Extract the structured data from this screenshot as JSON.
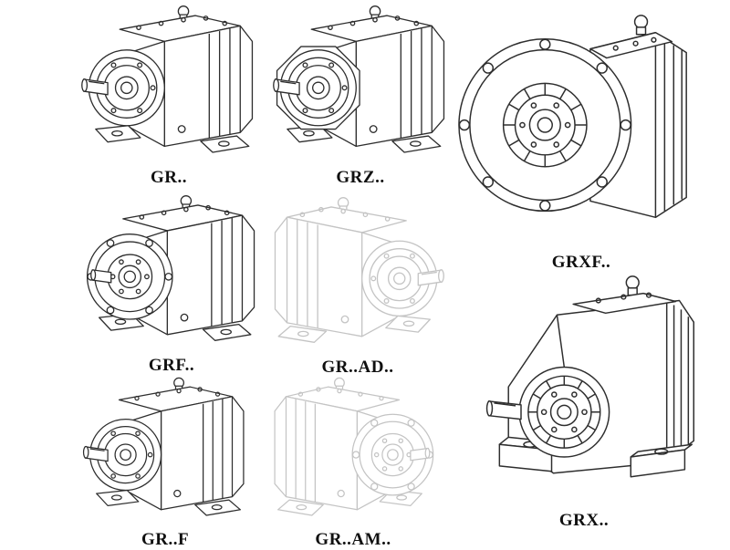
{
  "colors": {
    "background": "#ffffff",
    "line": "#2e2e2e",
    "light_line": "#c4c4c4",
    "label": "#101010"
  },
  "figures": [
    {
      "id": "gr",
      "label": "GR..",
      "tone": "solid",
      "drawing": "foot-mounted-gearbox-icon"
    },
    {
      "id": "grz",
      "label": "GRZ..",
      "tone": "solid",
      "drawing": "foot-mounted-gearbox-octagon-icon"
    },
    {
      "id": "grxf",
      "label": "GRXF..",
      "tone": "solid",
      "drawing": "large-flange-gearbox-icon"
    },
    {
      "id": "grf",
      "label": "GRF..",
      "tone": "solid",
      "drawing": "flange-gearbox-icon"
    },
    {
      "id": "grad",
      "label": "GR..AD..",
      "tone": "light",
      "drawing": "adapter-gearbox-icon"
    },
    {
      "id": "grff",
      "label": "GR..F",
      "tone": "solid",
      "drawing": "foot-mounted-gearbox-icon"
    },
    {
      "id": "gram",
      "label": "GR..AM..",
      "tone": "light",
      "drawing": "motor-flange-gearbox-icon"
    },
    {
      "id": "grx",
      "label": "GRX..",
      "tone": "solid",
      "drawing": "large-foot-mounted-gearbox-icon"
    }
  ]
}
